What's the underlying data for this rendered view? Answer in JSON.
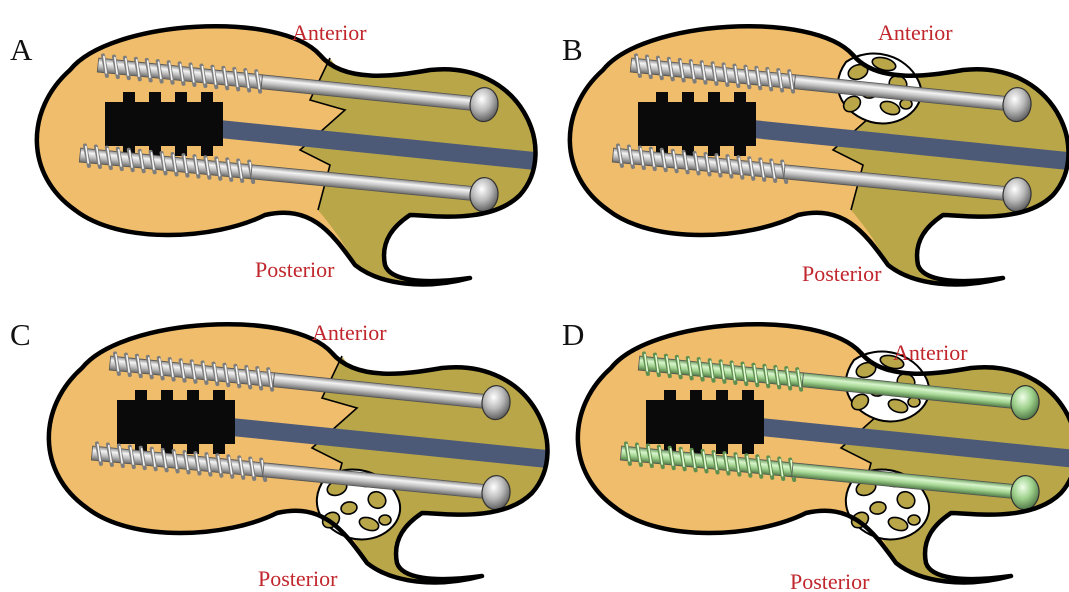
{
  "figure": {
    "colors": {
      "bone_head": "#efbd6b",
      "bone_neck": "#b9a649",
      "outline": "#000000",
      "label_red": "#c0262c",
      "rod": "#4c5a78",
      "block": "#0a0a0a",
      "screw_silver": "#c9c9c9",
      "screw_green": "#9fd38f"
    },
    "panels": [
      {
        "id": "A",
        "letter": "A",
        "anterior": "Anterior",
        "posterior": "Posterior",
        "fracture": "none",
        "screw_style": "silver"
      },
      {
        "id": "B",
        "letter": "B",
        "anterior": "Anterior",
        "posterior": "Posterior",
        "fracture": "anterior",
        "screw_style": "silver"
      },
      {
        "id": "C",
        "letter": "C",
        "anterior": "Anterior",
        "posterior": "Posterior",
        "fracture": "posterior",
        "screw_style": "silver"
      },
      {
        "id": "D",
        "letter": "D",
        "anterior": "Anterior",
        "posterior": "Posterior",
        "fracture": "both",
        "screw_style": "green"
      }
    ]
  }
}
